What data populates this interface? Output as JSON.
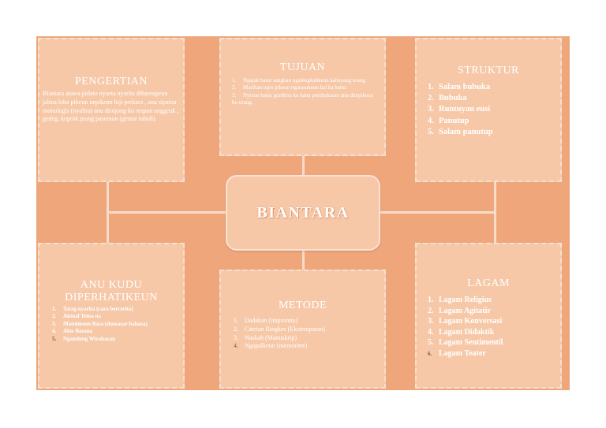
{
  "center": {
    "title": "BIANTARA"
  },
  "pengertian": {
    "title": "PENGERTIAN",
    "body": "Biantara atawa pidato nyaeta nyarita dihareupeun jalma loba pikeun nepikeun hiji perkara , anu sipatna monologis (nyalira) anu dirojong ku respon anggeuk , gedeg, keprok jeung pasemon (gestur tubuh)."
  },
  "tujuan": {
    "title": "TUJUAN",
    "items": [
      {
        "num": "1.",
        "text": "Ngajak batur sangkan ngaléngkahkeun kahayang urang"
      },
      {
        "num": "2.",
        "text": "Masihan inpo pikeun ngarasakeun hal ka batur."
      },
      {
        "num": "3.",
        "text": "Nyieun batur gumbira ku kana pembahasan anu ditepikeun ku urang."
      }
    ]
  },
  "struktur": {
    "title": "STRUKTUR",
    "items": [
      {
        "num": "1.",
        "text": "Salam bubuka"
      },
      {
        "num": "2.",
        "text": "Bubuka"
      },
      {
        "num": "3.",
        "text": "Runtuyan eusi"
      },
      {
        "num": "4.",
        "text": "Panutup"
      },
      {
        "num": "5.",
        "text": "Salam panutup"
      }
    ]
  },
  "anu_kudu": {
    "title_line1": "ANU KUDU",
    "title_line2": "DIPERHATIKEUN",
    "items": [
      {
        "num": "1.",
        "text": "Tatag nyarita (cara bercerita)"
      },
      {
        "num": "2.",
        "text": "Aktual Tema na"
      },
      {
        "num": "3.",
        "text": "Matuhkeun Basa (dumasar bahasa)"
      },
      {
        "num": "4.",
        "text": "Alus Basana"
      },
      {
        "num": "5.",
        "text": "Ngandung Wiraharan"
      }
    ]
  },
  "metode": {
    "title": "METODE",
    "items": [
      {
        "num": "1.",
        "text": "Dadakan (impromtu)"
      },
      {
        "num": "2.",
        "text": "Catetan Ringkes (Ekstemporan)"
      },
      {
        "num": "3.",
        "text": "Naskah (Manuskrip)"
      },
      {
        "num": "4.",
        "text": "Ngapalkeun (memoriter)"
      }
    ]
  },
  "lagam": {
    "title": "LAGAM",
    "items": [
      {
        "num": "1.",
        "text": "Lagam Religius"
      },
      {
        "num": "2.",
        "text": "Lagam Agitatir"
      },
      {
        "num": "3.",
        "text": "Lagam Konversasi"
      },
      {
        "num": "4.",
        "text": "Lagam Didaktik"
      },
      {
        "num": "5.",
        "text": "Lagam Sentimentil"
      },
      {
        "num": "6.",
        "text": "Lagam Teater"
      }
    ]
  }
}
